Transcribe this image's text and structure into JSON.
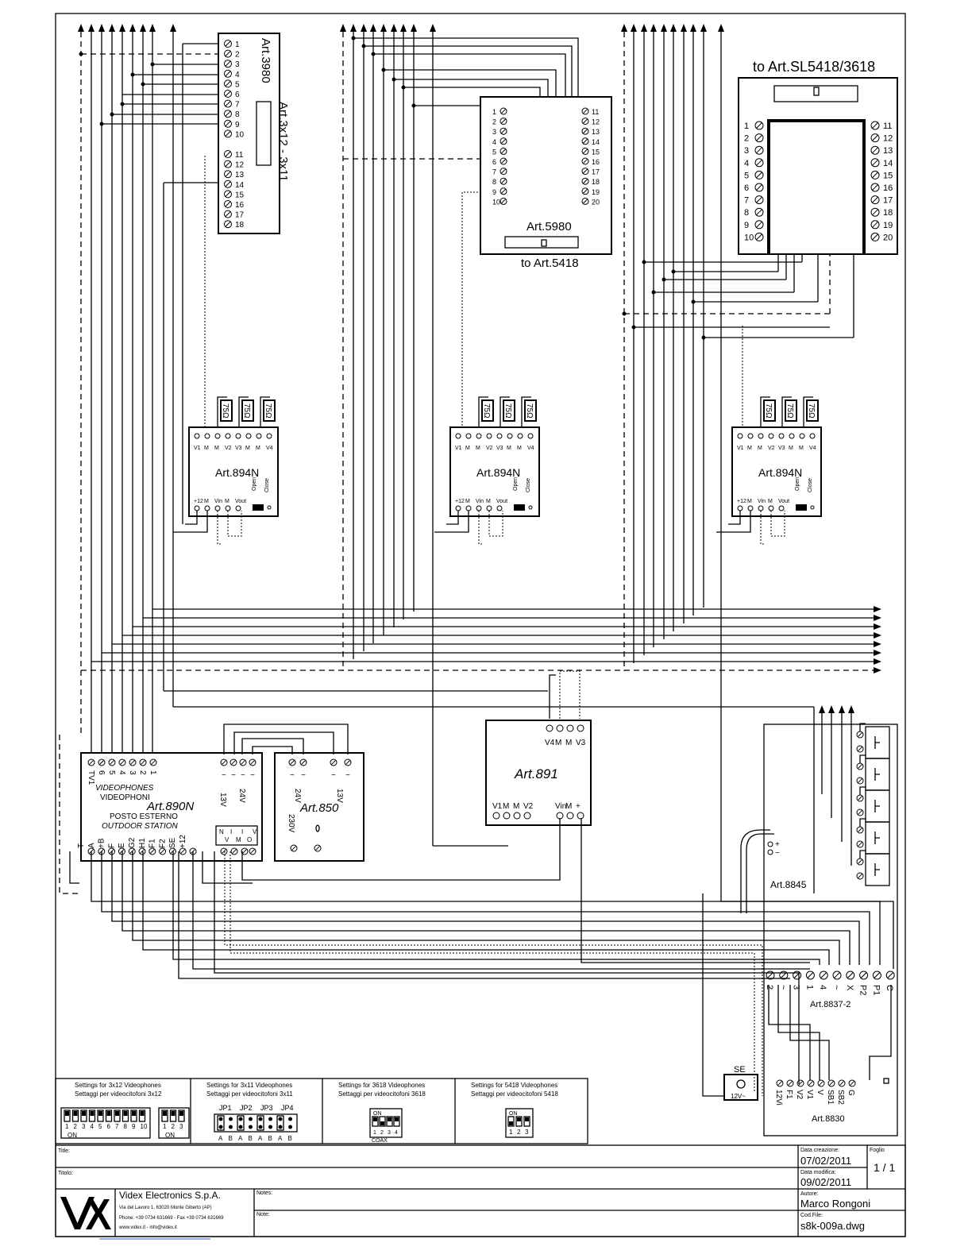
{
  "drawing": {
    "top_label": "to Art.SL5418/3618",
    "modules": {
      "art3980": "Art.3980",
      "art3x12": "Art.3x12 - 3x11",
      "art5980": "Art.5980",
      "to5418": "to Art.5418",
      "art894n": "Art.894N",
      "art891": "Art.891",
      "art890n": "Art.890N",
      "art850": "Art.850",
      "art8845": "Art.8845",
      "art8837": "Art.8837-2",
      "art8830": "Art.8830"
    },
    "r75": "75",
    "ohm": "Ω",
    "terminals_894_top": [
      "V1",
      "M",
      "M",
      "V2",
      "V3",
      "M",
      "M",
      "V4"
    ],
    "terminals_894_bot": [
      "+12",
      "M",
      "Vin",
      "M",
      "Vout"
    ],
    "open": "Open",
    "close": "Close",
    "terminals_891_top": [
      "V4",
      "M",
      "M",
      "V3"
    ],
    "terminals_891_bot_l": [
      "V1",
      "M",
      "M",
      "V2"
    ],
    "terminals_891_bot_r": [
      "Vin",
      "M",
      "+"
    ],
    "terminals_890_top": [
      "TV1",
      "6",
      "5",
      "4",
      "3",
      "2",
      "1"
    ],
    "videophones": "VIDEOPHONES",
    "videophoni": "VIDEOPHONI",
    "posto_esterno": "POSTO ESTERNO",
    "outdoor_station": "OUTDOOR STATION",
    "terminals_890_bot": [
      "T",
      "A",
      "+B",
      "F",
      "E",
      "G2",
      "H1",
      "F1",
      "F2",
      "SE",
      "+12"
    ],
    "vm_block": [
      "N",
      "V",
      "I",
      "M",
      "I",
      "O",
      "V"
    ],
    "t13v": "13V",
    "t24v": "24V",
    "t230v": "230V",
    "terminals_8837": [
      "2",
      "~",
      "3",
      "1",
      "4",
      "~",
      "X",
      "P2",
      "P1",
      "C"
    ],
    "terminals_8830": [
      "12Vi",
      "F1",
      "V2",
      "V1",
      "V",
      "SB1",
      "SB2",
      "G"
    ],
    "se": "SE",
    "se_sub": "12V~",
    "plus": "+",
    "minus": "−"
  },
  "settings": {
    "panel1": {
      "title1": "Settings for 3x12 Videophones",
      "title2": "Settaggi per videocitofoni 3x12",
      "nums": [
        "1",
        "2",
        "3",
        "4",
        "5",
        "6",
        "7",
        "8",
        "9",
        "10"
      ],
      "nums2": [
        "1",
        "2",
        "3"
      ],
      "on": "ON"
    },
    "panel2": {
      "title1": "Settings for 3x11 Videophones",
      "title2": "Settaggi per videocitofoni 3x11",
      "jumpers": [
        "JP1",
        "JP2",
        "JP3",
        "JP4"
      ],
      "ab": [
        "A",
        "B",
        "A",
        "B",
        "A",
        "B",
        "A",
        "B"
      ]
    },
    "panel3": {
      "title1": "Settings for 3618 Videophones",
      "title2": "Settaggi per videocitofoni 3618",
      "on": "ON",
      "nums": [
        "1",
        "2",
        "3",
        "4"
      ],
      "coax": "COAX"
    },
    "panel4": {
      "title1": "Settings for 5418 Videophones",
      "title2": "Settaggi per videocitofoni 5418",
      "on": "ON",
      "nums": [
        "1",
        "2",
        "3"
      ]
    }
  },
  "titleblock": {
    "title_label": "Title:",
    "titolo_label": "Titolo:",
    "created_label": "Data creazione:",
    "created": "07/02/2011",
    "foglio_label": "Foglio",
    "foglio": "1 / 1",
    "modified_label": "Data modifica:",
    "modified": "09/02/2011",
    "company": "Videx Electronics S.p.A.",
    "address": "Via del Lavoro 1, 63020 Monte Giberto (AP)",
    "phone": "Phone: +39 0734 631669 - Fax +39 0734 631669",
    "web": "www.videx.it - info@videx.it",
    "notes_label": "Notes:",
    "note_label": "Note:",
    "author_label": "Autore:",
    "author": "Marco Rongoni",
    "file_label": "Cod.File:",
    "file": "s8k-009a.dwg"
  }
}
